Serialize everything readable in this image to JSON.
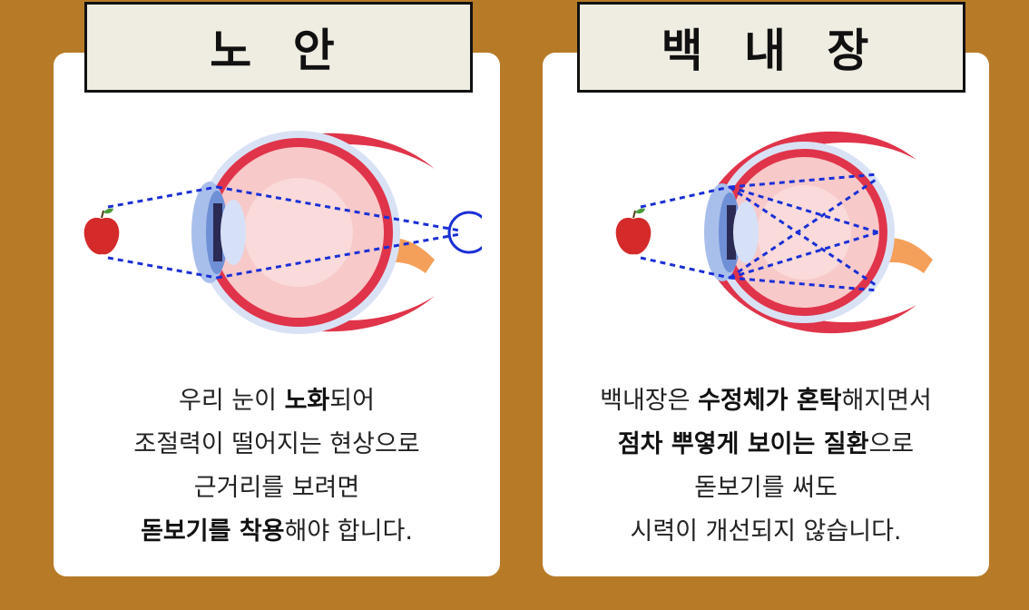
{
  "left": {
    "title": "노 안",
    "lines": [
      [
        {
          "t": "우리 눈이 ",
          "b": false
        },
        {
          "t": "노화",
          "b": true
        },
        {
          "t": "되어",
          "b": false
        }
      ],
      [
        {
          "t": "조절력이 떨어지는 현상으로",
          "b": false
        }
      ],
      [
        {
          "t": "근거리를 보려면",
          "b": false
        }
      ],
      [
        {
          "t": "돋보기를 착용",
          "b": true
        },
        {
          "t": "해야 합니다.",
          "b": false
        }
      ]
    ]
  },
  "right": {
    "title": "백 내 장",
    "lines": [
      [
        {
          "t": "백내장은 ",
          "b": false
        },
        {
          "t": "수정체가 혼탁",
          "b": true
        },
        {
          "t": "해지면서",
          "b": false
        }
      ],
      [
        {
          "t": "점차 뿌옇게 보이는 질환",
          "b": true
        },
        {
          "t": "으로",
          "b": false
        }
      ],
      [
        {
          "t": "돋보기를 써도",
          "b": false
        }
      ],
      [
        {
          "t": "시력이 개선되지 않습니다.",
          "b": false
        }
      ]
    ]
  },
  "colors": {
    "background": "#b77b28",
    "card": "#ffffff",
    "title_box": "#efece1",
    "sclera_red": "#e0344a",
    "eye_inner": "#f7c9c9",
    "iris_blue": "#6f8fd6",
    "ray_blue": "#1a2fd6",
    "nerve_orange": "#f5a05a",
    "apple_red": "#d42a2a"
  }
}
